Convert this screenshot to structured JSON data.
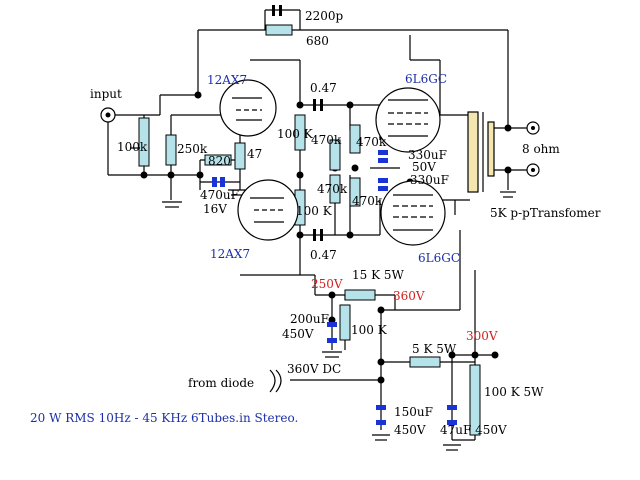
{
  "labels": {
    "input": "input",
    "r_input_pot": "100k",
    "r_250k": "250k",
    "r_820": "820",
    "r_47": "47",
    "c_470uf": "470uF",
    "c_470uf_v": "16V",
    "tube_12ax7_top": "12AX7",
    "tube_12ax7_bottom": "12AX7",
    "c_047_top": "0.47",
    "c_047_bottom": "0.47",
    "r_100k_top": "100 K",
    "r_100k_bottom": "100 K",
    "r_470k_a": "470k",
    "r_470k_b": "470k",
    "r_470k_c": "470k",
    "r_470k_d": "470k",
    "c_2200p": "2200p",
    "r_680": "680",
    "tube_6l6gc_top": "6L6GC",
    "tube_6l6gc_bottom": "6L6GC",
    "c_330uf_top": "330uF",
    "c_330uf_v": "50V",
    "c_330uf_bottom": "330uF",
    "out_8ohm": "8 ohm",
    "transformer": "5K p-pTransfomer",
    "v_250": "250V",
    "r_15k": "15 K 5W",
    "v_360": "360V",
    "c_200uf": "200uF",
    "c_200uf_v": "450V",
    "r_100k_ps": "100 K",
    "r_5k": "5 K 5W",
    "v_300": "300V",
    "from_diode": "from diode",
    "v_360_dc": "360V DC",
    "c_150uf": "150uF",
    "c_150uf_v": "450V",
    "c_47uf": "47uF 450V",
    "r_100k_5w": "100 K 5W",
    "footer": "20 W RMS 10Hz - 45 KHz 6Tubes.in Stereo."
  },
  "colors": {
    "tube_label": "#1c2fa8",
    "voltage_label": "#d42020",
    "capacitor": "#1a33d6",
    "resistor": "#b6e2ea",
    "transformer": "#f4e6b0"
  }
}
